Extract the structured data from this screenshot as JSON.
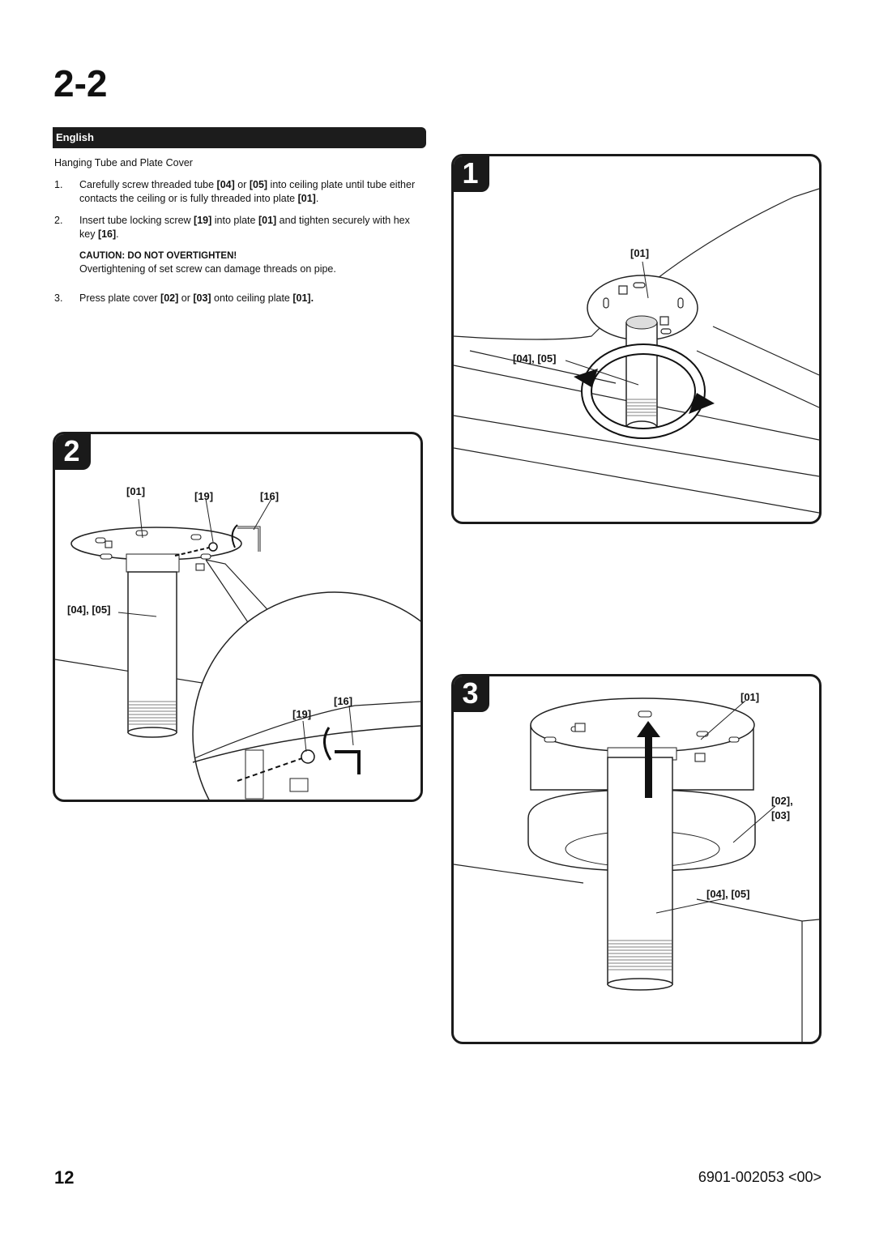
{
  "header": {
    "title": "2-2",
    "language": "English"
  },
  "instructions": {
    "heading": "Hanging Tube and Plate Cover",
    "step1": {
      "num": "1.",
      "t1": "Carefully screw threaded tube ",
      "r1": "[04]",
      "t2": " or ",
      "r2": "[05]",
      "t3": " into ceiling plate until tube either contacts the ceiling or is fully threaded into plate ",
      "r3": "[01]",
      "t4": "."
    },
    "step2": {
      "num": "2.",
      "t1": "Insert tube locking screw ",
      "r1": "[19]",
      "t2": " into plate ",
      "r2": "[01]",
      "t3": " and tighten securely with hex key ",
      "r3": "[16]",
      "t4": "."
    },
    "caution_title": "CAUTION: DO NOT OVERTIGHTEN!",
    "caution_text": "Overtightening of set screw can damage threads on pipe.",
    "step3": {
      "num": "3.",
      "t1": "Press plate cover ",
      "r1": "[02]",
      "t2": " or ",
      "r2": "[03]",
      "t3": " onto ceiling plate ",
      "r3": "[01]",
      "t4": "."
    }
  },
  "panels": {
    "p1": {
      "badge": "1",
      "label_plate": "[01]",
      "label_tube": "[04], [05]"
    },
    "p2": {
      "badge": "2",
      "label_plate": "[01]",
      "label_screw": "[19]",
      "label_key": "[16]",
      "label_tube": "[04], [05]",
      "zoom_key": "[16]",
      "zoom_screw": "[19]"
    },
    "p3": {
      "badge": "3",
      "label_plate": "[01]",
      "label_cover_a": "[02],",
      "label_cover_b": "[03]",
      "label_tube": "[04], [05]"
    }
  },
  "footer": {
    "page_number": "12",
    "doc_number": "6901-002053 <00>"
  }
}
